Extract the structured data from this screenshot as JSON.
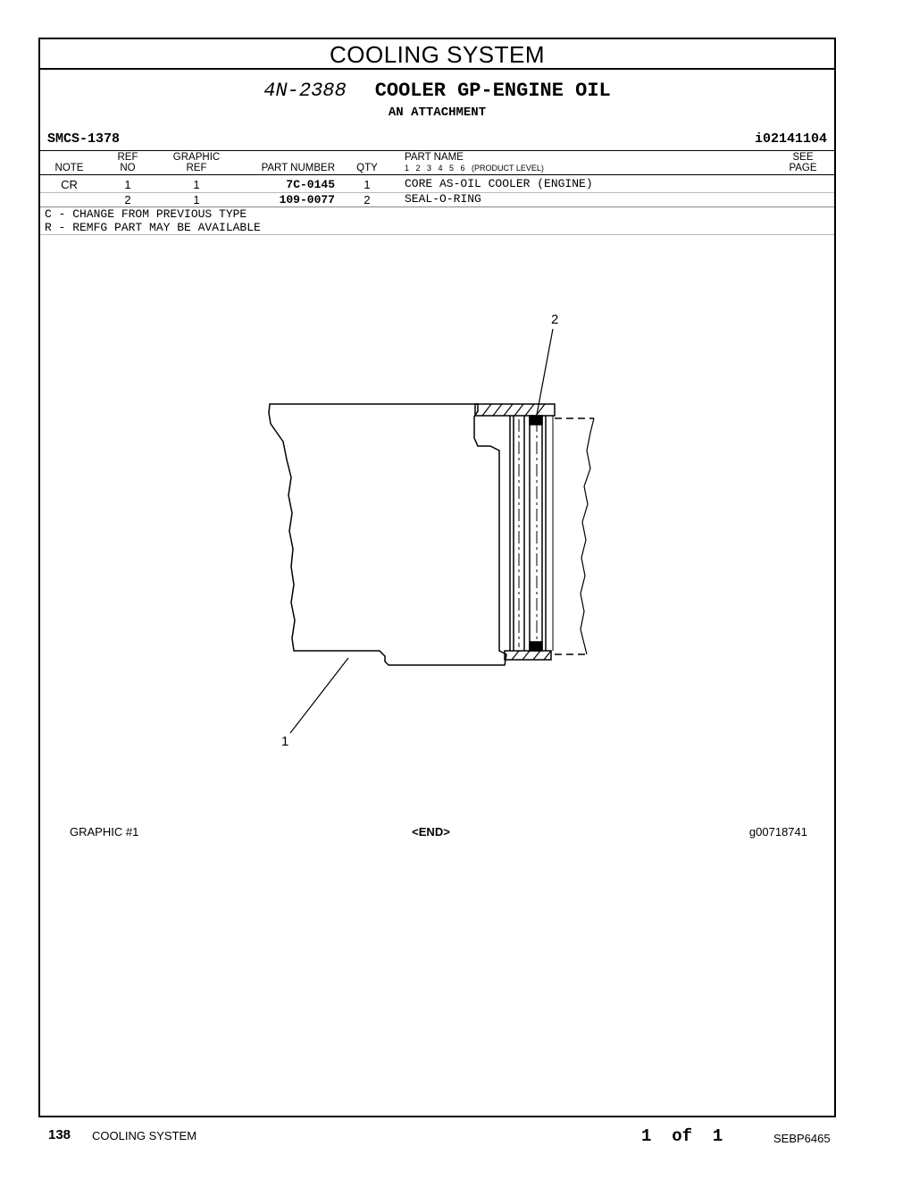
{
  "section_title": "COOLING SYSTEM",
  "group": {
    "number": "4N-2388",
    "name": "COOLER GP-ENGINE OIL",
    "subtitle": "AN ATTACHMENT"
  },
  "smcs": "SMCS-1378",
  "info_id": "i02141104",
  "table": {
    "headers": {
      "note": "NOTE",
      "ref_no_1": "REF",
      "ref_no_2": "NO",
      "graphic_ref_1": "GRAPHIC",
      "graphic_ref_2": "REF",
      "part_number": "PART NUMBER",
      "qty": "QTY",
      "part_name": "PART NAME",
      "product_levels": "1   2   3   4   5   6   (PRODUCT LEVEL)",
      "see_page_1": "SEE",
      "see_page_2": "PAGE"
    },
    "rows": [
      {
        "note": "CR",
        "ref_no": "1",
        "graphic_ref": "1",
        "part_number": "7C-0145",
        "qty": "1",
        "part_name": "CORE AS-OIL COOLER (ENGINE)"
      },
      {
        "note": "",
        "ref_no": "2",
        "graphic_ref": "1",
        "part_number": "109-0077",
        "qty": "2",
        "part_name": "SEAL-O-RING"
      }
    ]
  },
  "notes": [
    "C - CHANGE FROM PREVIOUS TYPE",
    "R - REMFG PART MAY BE AVAILABLE"
  ],
  "graphic": {
    "callout_1": "1",
    "callout_2": "2",
    "label": "GRAPHIC #1",
    "end_marker": "<END>",
    "graphic_id": "g00718741"
  },
  "footer": {
    "page_number": "138",
    "section": "COOLING SYSTEM",
    "page_count": "1  of  1",
    "publication": "SEBP6465"
  }
}
